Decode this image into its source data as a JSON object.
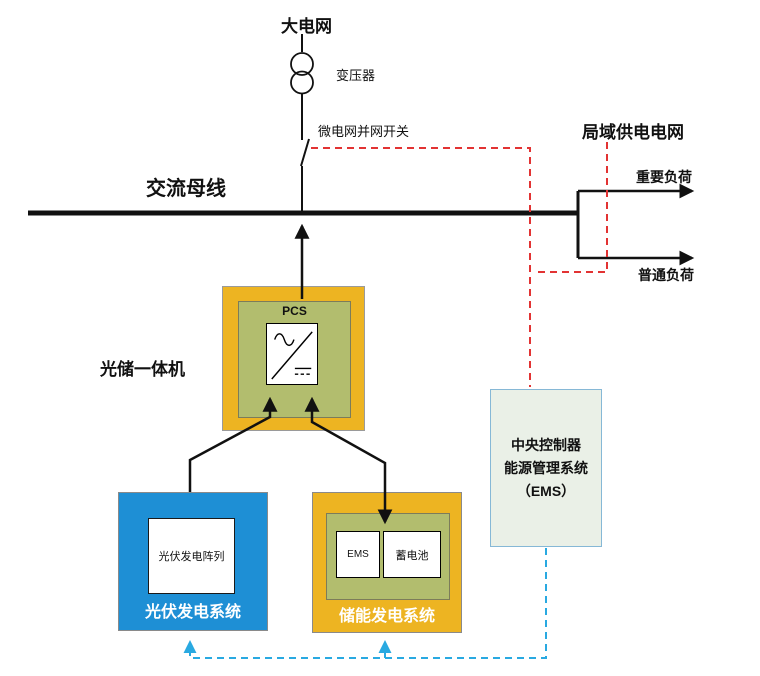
{
  "diagram": {
    "top": {
      "grid_label": "大电网",
      "transformer_label": "变压器",
      "switch_label": "微电网并网开关"
    },
    "bus": {
      "label": "交流母线"
    },
    "right": {
      "local_grid_label": "局域供电电网",
      "important_load_label": "重要负荷",
      "normal_load_label": "普通负荷"
    },
    "pcs_unit": {
      "name_label": "光储一体机",
      "pcs_label": "PCS"
    },
    "pv_system": {
      "array_label": "光伏发电阵列",
      "system_label": "光伏发电系统"
    },
    "storage_system": {
      "bms_label": "EMS",
      "battery_label": "蓄电池",
      "system_label": "储能发电系统"
    },
    "ems_controller": {
      "line1": "中央控制器",
      "line2": "能源管理系统",
      "line3": "（EMS）"
    },
    "colors": {
      "yellow": "#edb422",
      "olive_green": "#b2bd6e",
      "pv_blue": "#1e8fd5",
      "ems_fill": "#eaf0e7",
      "ems_border": "#86b8d6",
      "red_dashed": "#e23333",
      "cyan_dashed": "#29a9e1",
      "line_black": "#111111"
    }
  }
}
